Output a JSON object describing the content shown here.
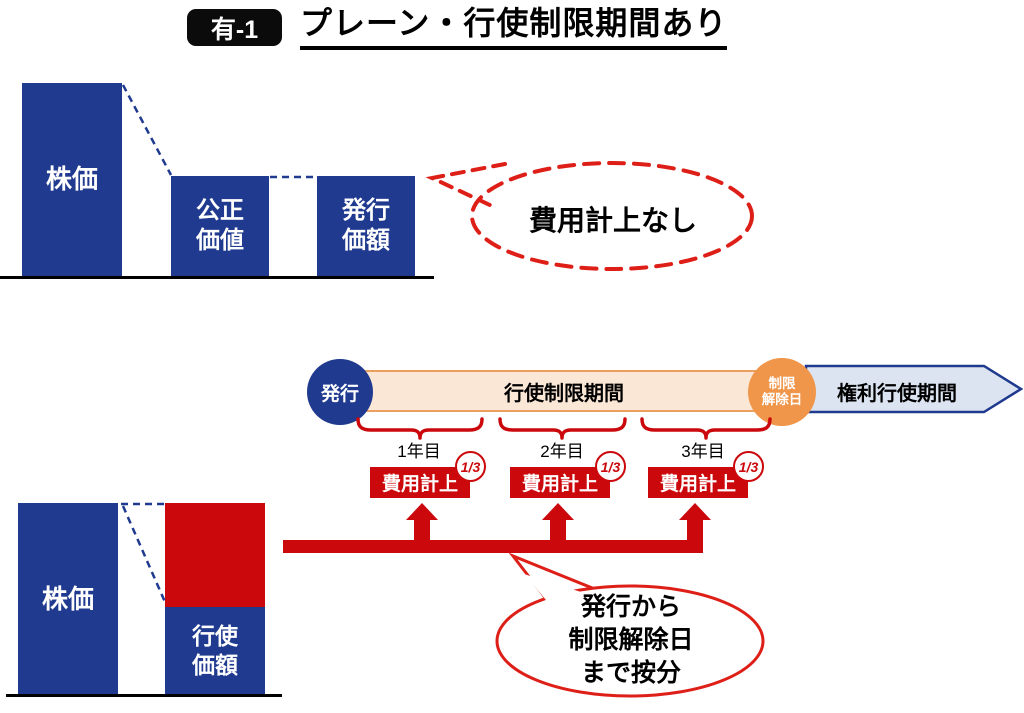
{
  "header": {
    "badge": "有-1",
    "title": "プレーン・行使制限期間あり"
  },
  "top_chart": {
    "stock_price_label": "株価",
    "fair_value_label": "公正\n価値",
    "issue_price_label": "発行\n価額",
    "bubble_label": "費用計上なし"
  },
  "timeline": {
    "issue_label": "発行",
    "restriction_period_label": "行使制限期間",
    "release_day_label": "制限\n解除日",
    "exercise_period_label": "権利行使期間",
    "years": [
      {
        "label": "1年目",
        "expense": "費用計上",
        "fraction": "1/3"
      },
      {
        "label": "2年目",
        "expense": "費用計上",
        "fraction": "1/3"
      },
      {
        "label": "3年目",
        "expense": "費用計上",
        "fraction": "1/3"
      }
    ]
  },
  "bottom_chart": {
    "stock_price_label": "株価",
    "exercise_price_label": "行使\n価額",
    "bubble_label": "発行から\n制限解除日\nまで按分"
  },
  "colors": {
    "navy": "#1F3A8E",
    "red": "#CB090C",
    "bubble_red": "#DD1F17",
    "orange": "#F0964B",
    "peach_fill": "#FBE7D5",
    "peach_border": "#ECA05F",
    "lightblue_fill": "#DBE4F0"
  }
}
